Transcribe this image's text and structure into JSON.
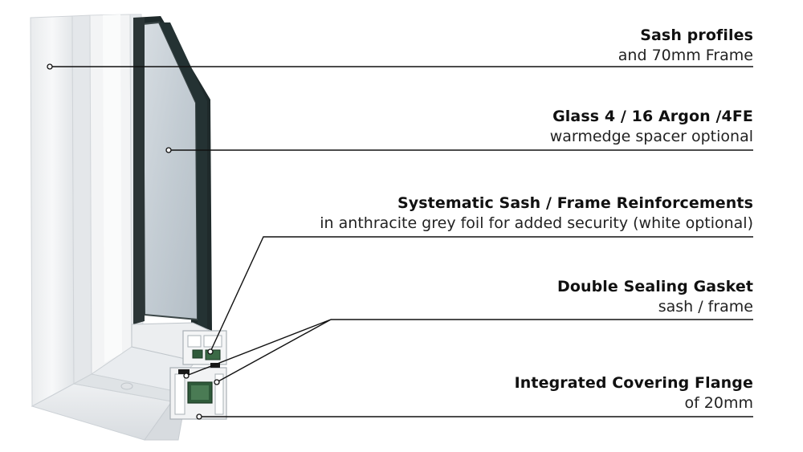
{
  "colors": {
    "background": "#ffffff",
    "frame_pvc": "#f1f2f3",
    "glass": "#c9d1d7",
    "glass_seal": "#1f2a2b",
    "reinforcement": "#2f5a3a",
    "leader_line": "#111111"
  },
  "callouts": [
    {
      "title": "Sash profiles",
      "subtitle": "and 70mm Frame"
    },
    {
      "title": "Glass 4 / 16 Argon /4FE",
      "subtitle": "warmedge spacer optional"
    },
    {
      "title": "Systematic Sash / Frame Reinforcements",
      "subtitle": "in anthracite grey foil for added security (white optional)"
    },
    {
      "title": "Double Sealing Gasket",
      "subtitle": "sash / frame"
    },
    {
      "title": "Integrated Covering Flange",
      "subtitle": "of 20mm"
    }
  ]
}
